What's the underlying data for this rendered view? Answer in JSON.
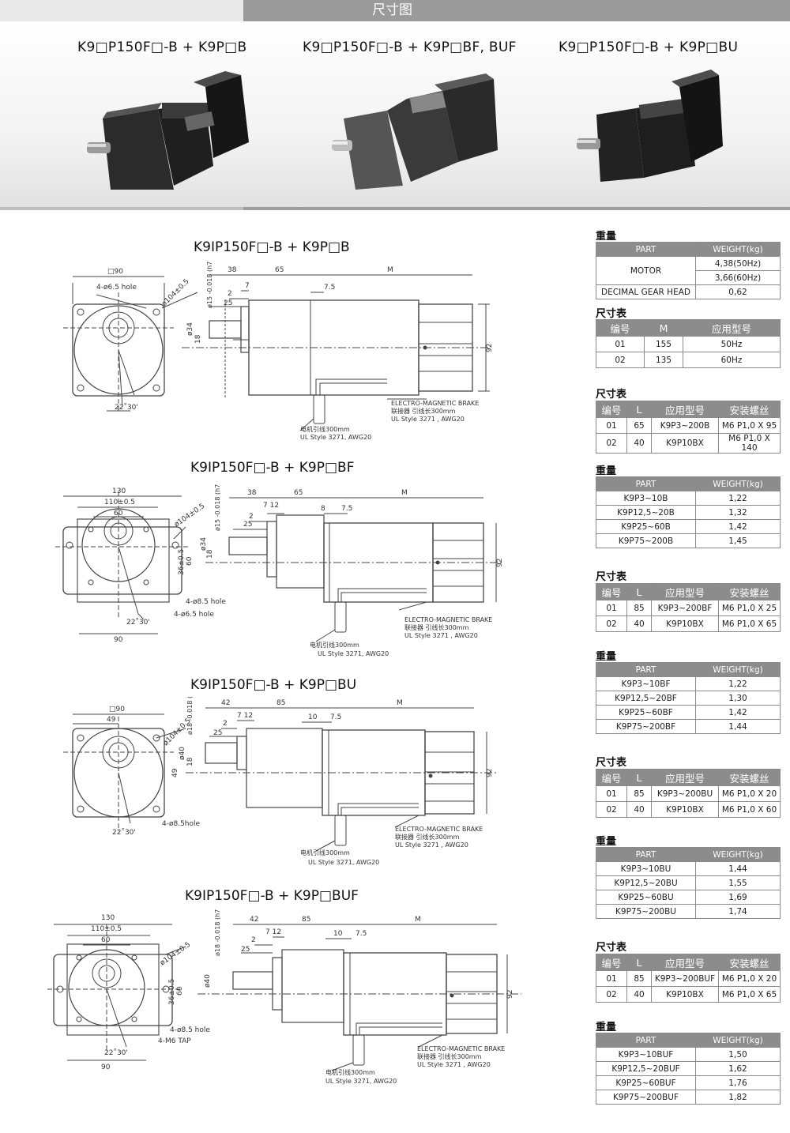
{
  "header": {
    "title": "尺寸图"
  },
  "photos": [
    {
      "title": "K9□P150F□-B + K9P□B"
    },
    {
      "title": "K9□P150F□-B + K9P□BF, BUF"
    },
    {
      "title": "K9□P150F□-B + K9P□BU"
    }
  ],
  "drawings": [
    {
      "title": "K9IP150F□-B + K9P□B",
      "dims": {
        "square": "□90",
        "hole": "4-ø6.5 hole",
        "pcd": "ø104±0.5",
        "angle": "22˚30'",
        "d38": "38",
        "d65": "65",
        "dM": "M",
        "d7": "7",
        "d2": "2",
        "d25": "25",
        "d75": "7.5",
        "d34": "ø34",
        "d18": "18",
        "d15": "ø15 -0.018 (h7)",
        "h92": "92"
      },
      "labels": {
        "brake": "ELECTRO-MAGNETIC BRAKE",
        "brake_cn": "联接器 引线长300mm",
        "brake_ul": "UL Style 3271 , AWG20",
        "motor_cn": "电机引线300mm",
        "motor_ul": "UL Style 3271, AWG20"
      }
    },
    {
      "title": "K9IP150F□-B + K9P□BF",
      "dims": {
        "w130": "130",
        "w110": "110±0.5",
        "w60": "60",
        "pcd": "ø104±0.5",
        "hole1": "4-ø8.5 hole",
        "hole2": "4-ø6.5 hole",
        "angle": "22˚30'",
        "w90": "90",
        "d36": "36±0.5",
        "d60": "60",
        "d38": "38",
        "d65": "65",
        "dM": "M",
        "d712": "7 12",
        "d2": "2",
        "d25": "25",
        "d8": "8",
        "d75": "7.5",
        "d34": "ø34",
        "d18": "18",
        "d15": "ø15 -0.018 (h7)",
        "h92": "92"
      },
      "labels": {
        "brake": "ELECTRO-MAGNETIC BRAKE",
        "brake_cn": "联接器 引线长300mm",
        "brake_ul": "UL Style 3271 , AWG20",
        "motor_cn": "电机引线300mm",
        "motor_ul": "UL Style 3271, AWG20"
      }
    },
    {
      "title": "K9IP150F□-B + K9P□BU",
      "dims": {
        "square": "□90",
        "w49": "49",
        "h49": "49",
        "pcd": "ø104±0.5",
        "hole": "4-ø8.5hole",
        "angle": "22˚30'",
        "d42": "42",
        "d85": "85",
        "dM": "M",
        "d712": "7 12",
        "d2": "2",
        "d25": "25",
        "d10": "10",
        "d75": "7.5",
        "d40": "ø40",
        "d18": "18",
        "d18h": "ø18 -0.018 (h7)",
        "h92": "92"
      },
      "labels": {
        "brake": "ELECTRO-MAGNETIC BRAKE",
        "brake_cn": "联接器 引线长300mm",
        "brake_ul": "UL Style 3271 , AWG20",
        "motor_cn": "电机引线300mm",
        "motor_ul": "UL Style 3271, AWG20"
      }
    },
    {
      "title": "K9IP150F□-B + K9P□BUF",
      "dims": {
        "w130": "130",
        "w110": "110±0.5",
        "w60": "60",
        "pcd": "ø104±0.5",
        "hole1": "4-ø8.5 hole",
        "hole2": "4-M6 TAP",
        "angle": "22˚30'",
        "w90": "90",
        "d36": "36±0.5",
        "d60": "60",
        "d42": "42",
        "d85": "85",
        "dM": "M",
        "d712": "7 12",
        "d2": "2",
        "d25": "25",
        "d10": "10",
        "d75": "7.5",
        "d40": "ø40",
        "d18h": "ø18 -0.018 (h7)",
        "h92": "92"
      },
      "labels": {
        "brake": "ELECTRO-MAGNETIC BRAKE",
        "brake_cn": "联接器 引线长300mm",
        "brake_ul": "UL Style 3271 , AWG20",
        "motor_cn": "电机引线300mm",
        "motor_ul": "UL Style 3271, AWG20"
      }
    }
  ],
  "tables": {
    "w_motor": {
      "title": "重量",
      "head": [
        "PART",
        "WEIGHT(kg)"
      ],
      "motor": "MOTOR",
      "motor_w1": "4,38(50Hz)",
      "motor_w2": "3,66(60Hz)",
      "gear": "DECIMAL GEAR HEAD",
      "gear_w": "0,62"
    },
    "dim1": {
      "title": "尺寸表",
      "head": [
        "编号",
        "M",
        "应用型号"
      ],
      "rows": [
        [
          "01",
          "155",
          "50Hz"
        ],
        [
          "02",
          "135",
          "60Hz"
        ]
      ]
    },
    "dim2": {
      "title": "尺寸表",
      "head": [
        "编号",
        "L",
        "应用型号",
        "安装螺丝"
      ],
      "rows": [
        [
          "01",
          "65",
          "K9P3~200B",
          "M6 P1,0 X 95"
        ],
        [
          "02",
          "40",
          "K9P10BX",
          "M6 P1,0 X 140"
        ]
      ]
    },
    "w2": {
      "title": "重量",
      "head": [
        "PART",
        "WEIGHT(kg)"
      ],
      "rows": [
        [
          "K9P3~10B",
          "1,22"
        ],
        [
          "K9P12,5~20B",
          "1,32"
        ],
        [
          "K9P25~60B",
          "1,42"
        ],
        [
          "K9P75~200B",
          "1,45"
        ]
      ]
    },
    "dim3": {
      "title": "尺寸表",
      "head": [
        "编号",
        "L",
        "应用型号",
        "安装螺丝"
      ],
      "rows": [
        [
          "01",
          "85",
          "K9P3~200BF",
          "M6 P1,0 X 25"
        ],
        [
          "02",
          "40",
          "K9P10BX",
          "M6 P1,0 X 65"
        ]
      ]
    },
    "w3": {
      "title": "重量",
      "head": [
        "PART",
        "WEIGHT(kg)"
      ],
      "rows": [
        [
          "K9P3~10BF",
          "1,22"
        ],
        [
          "K9P12,5~20BF",
          "1,30"
        ],
        [
          "K9P25~60BF",
          "1,42"
        ],
        [
          "K9P75~200BF",
          "1,44"
        ]
      ]
    },
    "dim4": {
      "title": "尺寸表",
      "head": [
        "编号",
        "L",
        "应用型号",
        "安装螺丝"
      ],
      "rows": [
        [
          "01",
          "85",
          "K9P3~200BU",
          "M6 P1,0 X 20"
        ],
        [
          "02",
          "40",
          "K9P10BX",
          "M6 P1,0 X 60"
        ]
      ]
    },
    "w4": {
      "title": "重量",
      "head": [
        "PART",
        "WEIGHT(kg)"
      ],
      "rows": [
        [
          "K9P3~10BU",
          "1,44"
        ],
        [
          "K9P12,5~20BU",
          "1,55"
        ],
        [
          "K9P25~60BU",
          "1,69"
        ],
        [
          "K9P75~200BU",
          "1,74"
        ]
      ]
    },
    "dim5": {
      "title": "尺寸表",
      "head": [
        "编号",
        "L",
        "应用型号",
        "安装螺丝"
      ],
      "rows": [
        [
          "01",
          "85",
          "K9P3~200BUF",
          "M6 P1,0 X 20"
        ],
        [
          "02",
          "40",
          "K9P10BX",
          "M6 P1,0 X 65"
        ]
      ]
    },
    "w5": {
      "title": "重量",
      "head": [
        "PART",
        "WEIGHT(kg)"
      ],
      "rows": [
        [
          "K9P3~10BUF",
          "1,50"
        ],
        [
          "K9P12,5~20BUF",
          "1,62"
        ],
        [
          "K9P25~60BUF",
          "1,76"
        ],
        [
          "K9P75~200BUF",
          "1,82"
        ]
      ]
    }
  }
}
